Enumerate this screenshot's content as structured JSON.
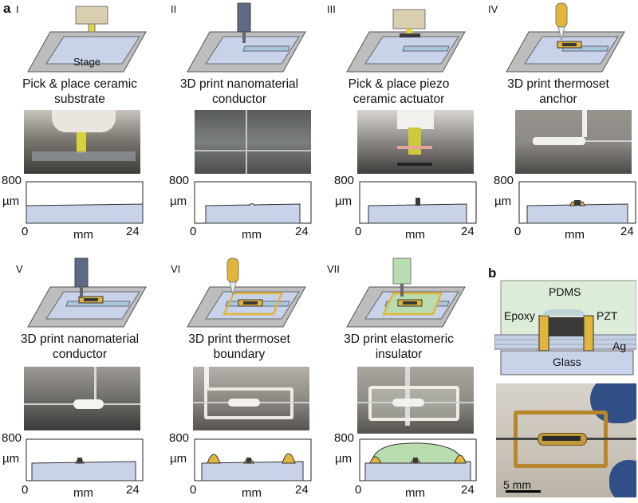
{
  "panel_a": {
    "letter": "a",
    "stage_label": "Stage",
    "steps": [
      {
        "numeral": "I",
        "caption_line1": "Pick & place ceramic",
        "caption_line2": "substrate"
      },
      {
        "numeral": "II",
        "caption_line1": "3D print nanomaterial",
        "caption_line2": "conductor"
      },
      {
        "numeral": "III",
        "caption_line1": "Pick & place piezo",
        "caption_line2": "ceramic actuator"
      },
      {
        "numeral": "IV",
        "caption_line1": "3D print thermoset",
        "caption_line2": "anchor"
      },
      {
        "numeral": "V",
        "caption_line1": "3D print nanomaterial",
        "caption_line2": "conductor"
      },
      {
        "numeral": "VI",
        "caption_line1": "3D print thermoset",
        "caption_line2": "boundary"
      },
      {
        "numeral": "VII",
        "caption_line1": "3D print elastomeric",
        "caption_line2": "insulator"
      }
    ],
    "profile_axes": {
      "y_max_label": "800",
      "y_unit": "µm",
      "x_min_label": "0",
      "x_max_label": "24",
      "x_unit": "mm"
    }
  },
  "panel_b": {
    "letter": "b",
    "labels": {
      "pdms": "PDMS",
      "epoxy": "Epoxy",
      "pzt": "PZT",
      "ag": "Ag",
      "glass": "Glass"
    },
    "scale_bar": "5 mm"
  },
  "colors": {
    "substrate": "#c8d3ea",
    "stage": "#bdbdbd",
    "thermoset": "#e1b53a",
    "nozzle_blue": "#5d6a86",
    "elastomer": "#b9ddb0",
    "pzt": "#3a3a3a",
    "ceramic_tool": "#d9ceb0"
  }
}
